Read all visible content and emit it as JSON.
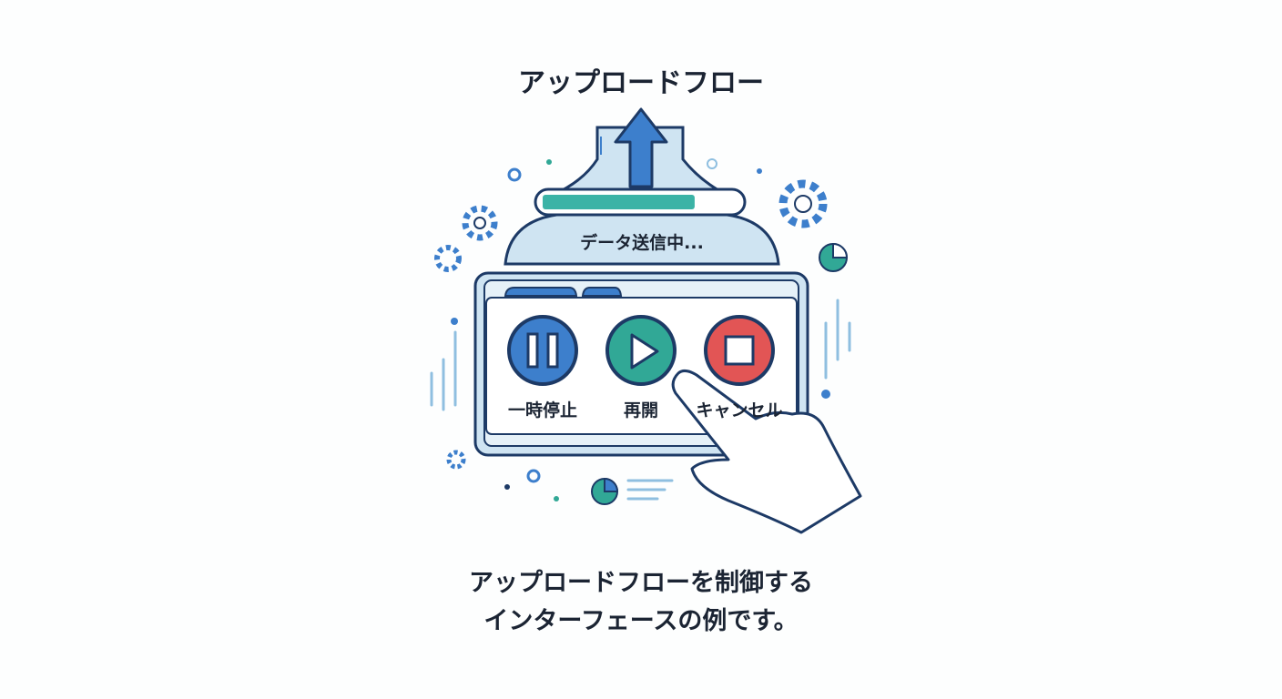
{
  "title": "アップロードフロー",
  "status_text": "データ送信中...",
  "progress": {
    "fraction": 0.78,
    "fill_color": "#3bb3a6"
  },
  "buttons": [
    {
      "label": "一時停止",
      "icon": "pause-icon",
      "color": "#3d7fcc"
    },
    {
      "label": "再開",
      "icon": "play-icon",
      "color": "#31a896"
    },
    {
      "label": "キャンセル",
      "icon": "stop-icon",
      "color": "#e25555"
    }
  ],
  "caption": {
    "line1": "アップロードフローを制御する",
    "line2": "インターフェースの例です。"
  },
  "colors": {
    "outline": "#1d3a66",
    "light_blue": "#cfe4f2",
    "accent_blue": "#3d7fcc"
  }
}
